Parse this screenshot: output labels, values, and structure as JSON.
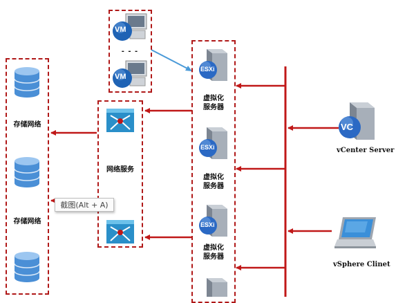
{
  "labels": {
    "storage_top": "存储网络",
    "storage_bottom": "存储网络",
    "network_services": "网络服务",
    "virtualized_server_1": "虚拟化\n服务器",
    "virtualized_server_2": "虚拟化\n服务器",
    "virtualized_server_3": "虚拟化\n服务器",
    "vcenter": "vCenter Server",
    "vsphere_client": "vSphere Clinet",
    "vm_icon_text": "VM",
    "esxi_icon_text": "ESXi",
    "vc_icon_text": "VC",
    "dots": "- - -"
  },
  "tooltip": "截图(Alt + A)",
  "colors": {
    "line": "#c01818",
    "box_border": "#b01818",
    "vm_blue": "#1f63b5",
    "esxi_blue": "#2b69c4",
    "cylinder": "#4a8fd6",
    "link_blue": "#4a9ad8"
  },
  "icons": [
    "database-icon",
    "switch-icon",
    "vm-icon",
    "esxi-server-icon",
    "vcenter-server-icon",
    "laptop-icon"
  ]
}
